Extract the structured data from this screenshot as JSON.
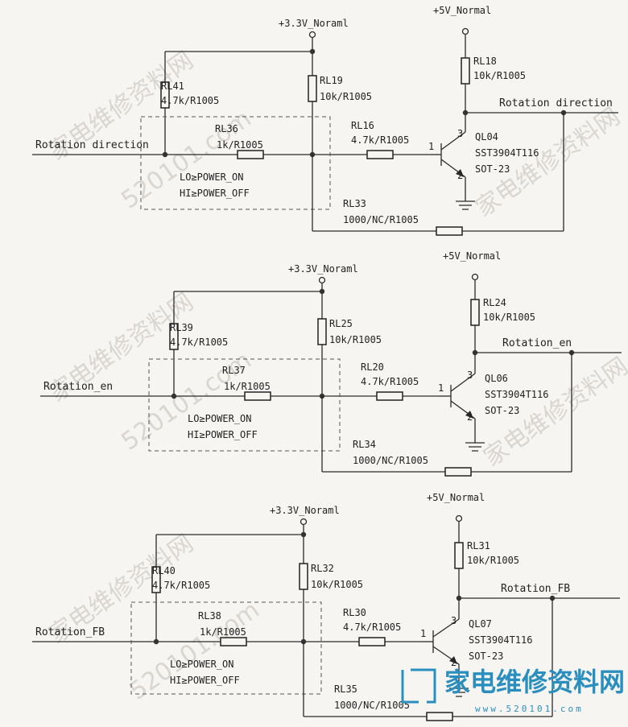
{
  "watermark": {
    "diagonal_text": "家电维修资料网",
    "diagonal_num": "520101.com",
    "site_name": "家电维修资料网",
    "site_url": "www.520101.com"
  },
  "circuits": [
    {
      "id": "c1",
      "vcc_33": "+3.3V_Noraml",
      "vcc_5": "+5V_Normal",
      "input_label": "Rotation direction",
      "output_label": "Rotation direction",
      "pullup_left": {
        "ref": "RL41",
        "val": "4.7k/R1005"
      },
      "pullup_mid": {
        "ref": "RL19",
        "val": "10k/R1005"
      },
      "series_in": {
        "ref": "RL36",
        "val": "1k/R1005"
      },
      "base_res": {
        "ref": "RL16",
        "val": "4.7k/R1005"
      },
      "collector_res": {
        "ref": "RL18",
        "val": "10k/R1005"
      },
      "feedback_res": {
        "ref": "RL33",
        "val": "1000/NC/R1005"
      },
      "transistor": {
        "ref": "QL04",
        "part": "SST3904T116",
        "pkg": "SOT-23",
        "pin1": "1",
        "pin2": "2",
        "pin3": "3"
      },
      "note_lo": "LO≥POWER_ON",
      "note_hi": "HI≥POWER_OFF"
    },
    {
      "id": "c2",
      "vcc_33": "+3.3V_Noraml",
      "vcc_5": "+5V_Normal",
      "input_label": "Rotation_en",
      "output_label": "Rotation_en",
      "pullup_left": {
        "ref": "RL39",
        "val": "4.7k/R1005"
      },
      "pullup_mid": {
        "ref": "RL25",
        "val": "10k/R1005"
      },
      "series_in": {
        "ref": "RL37",
        "val": "1k/R1005"
      },
      "base_res": {
        "ref": "RL20",
        "val": "4.7k/R1005"
      },
      "collector_res": {
        "ref": "RL24",
        "val": "10k/R1005"
      },
      "feedback_res": {
        "ref": "RL34",
        "val": "1000/NC/R1005"
      },
      "transistor": {
        "ref": "QL06",
        "part": "SST3904T116",
        "pkg": "SOT-23",
        "pin1": "1",
        "pin2": "2",
        "pin3": "3"
      },
      "note_lo": "LO≥POWER_ON",
      "note_hi": "HI≥POWER_OFF"
    },
    {
      "id": "c3",
      "vcc_33": "+3.3V_Noraml",
      "vcc_5": "+5V_Normal",
      "input_label": "Rotation_FB",
      "output_label": "Rotation_FB",
      "pullup_left": {
        "ref": "RL40",
        "val": "4.7k/R1005"
      },
      "pullup_mid": {
        "ref": "RL32",
        "val": "10k/R1005"
      },
      "series_in": {
        "ref": "RL38",
        "val": "1k/R1005"
      },
      "base_res": {
        "ref": "RL30",
        "val": "4.7k/R1005"
      },
      "collector_res": {
        "ref": "RL31",
        "val": "10k/R1005"
      },
      "feedback_res": {
        "ref": "RL35",
        "val": "1000/NC/R1005"
      },
      "transistor": {
        "ref": "QL07",
        "part": "SST3904T116",
        "pkg": "SOT-23",
        "pin1": "1",
        "pin2": "2",
        "pin3": "3"
      },
      "note_lo": "LO≥POWER_ON",
      "note_hi": "HI≥POWER_OFF"
    }
  ]
}
